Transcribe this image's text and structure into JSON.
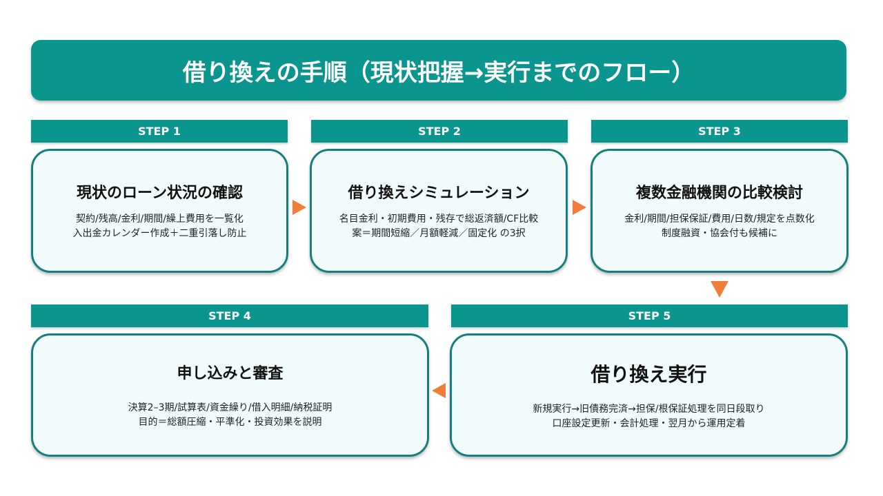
{
  "title": "借り換えの手順（現状把握→実行までのフロー）",
  "steps": [
    {
      "label": "STEP 1",
      "heading": "現状のローン状況の確認",
      "lines": [
        "契約/残高/金利/期間/繰上費用を一覧化",
        "入出金カレンダー作成＋二重引落し防止"
      ]
    },
    {
      "label": "STEP 2",
      "heading": "借り換えシミュレーション",
      "lines": [
        "名目金利・初期費用・残存で総返済額/CF比較",
        "案＝期間短縮／月額軽減／固定化 の3択"
      ]
    },
    {
      "label": "STEP 3",
      "heading": "複数金融機関の比較検討",
      "lines": [
        "金利/期間/担保保証/費用/日数/規定を点数化",
        "制度融資・協会付も候補に"
      ]
    },
    {
      "label": "STEP 4",
      "heading": "申し込みと審査",
      "lines": [
        "決算2–3期/試算表/資金繰り/借入明細/納税証明",
        "目的＝総額圧縮・平準化・投資効果を説明"
      ]
    },
    {
      "label": "STEP 5",
      "heading": "借り換え実行",
      "lines": [
        "新規実行→旧債務完済→担保/根保証処理を同日段取り",
        "口座設定更新・会計処理・翌月から運用定着"
      ]
    }
  ],
  "colors": {
    "teal": "#0b958f",
    "border": "#147f7c",
    "box_bg": "#f1fbfb",
    "arrow": "#f07d3a"
  }
}
